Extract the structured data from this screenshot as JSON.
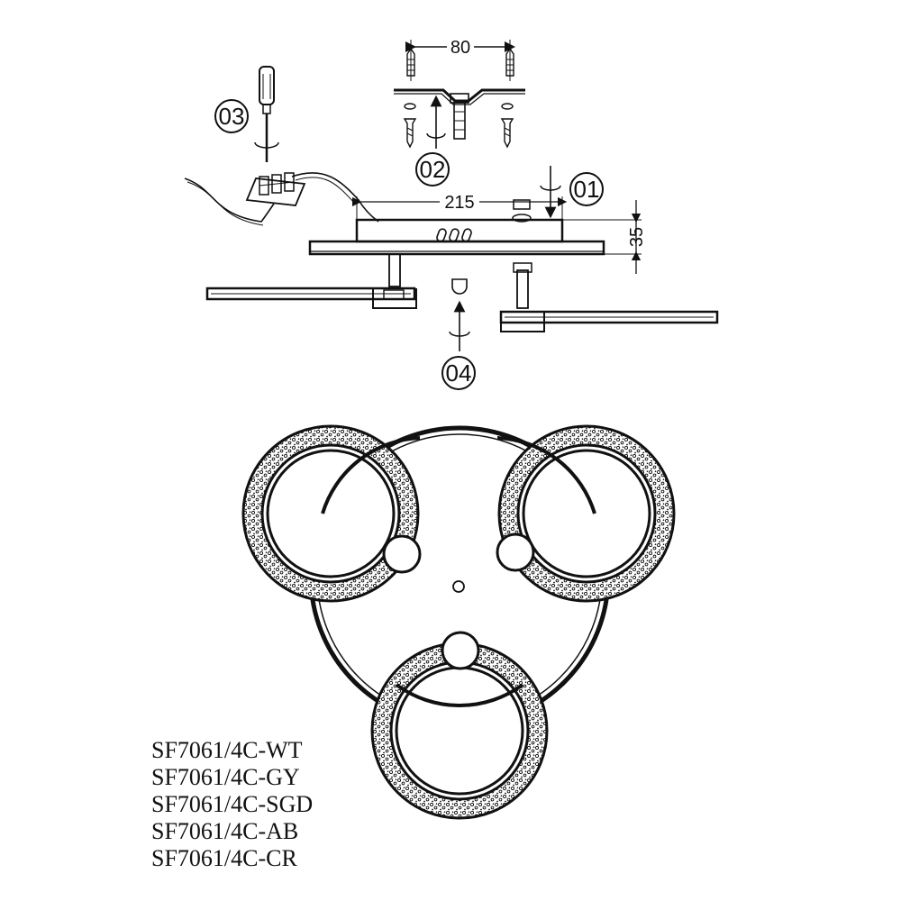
{
  "steps": {
    "step1": "01",
    "step2": "02",
    "step3": "03",
    "step4": "04"
  },
  "dimensions": {
    "mount_spacing": "80",
    "base_width": "215",
    "base_height": "35"
  },
  "models": [
    "SF7061/4C-WT",
    "SF7061/4C-GY",
    "SF7061/4C-SGD",
    "SF7061/4C-AB",
    "SF7061/4C-CR"
  ],
  "colors": {
    "line": "#111111",
    "background": "#ffffff"
  }
}
